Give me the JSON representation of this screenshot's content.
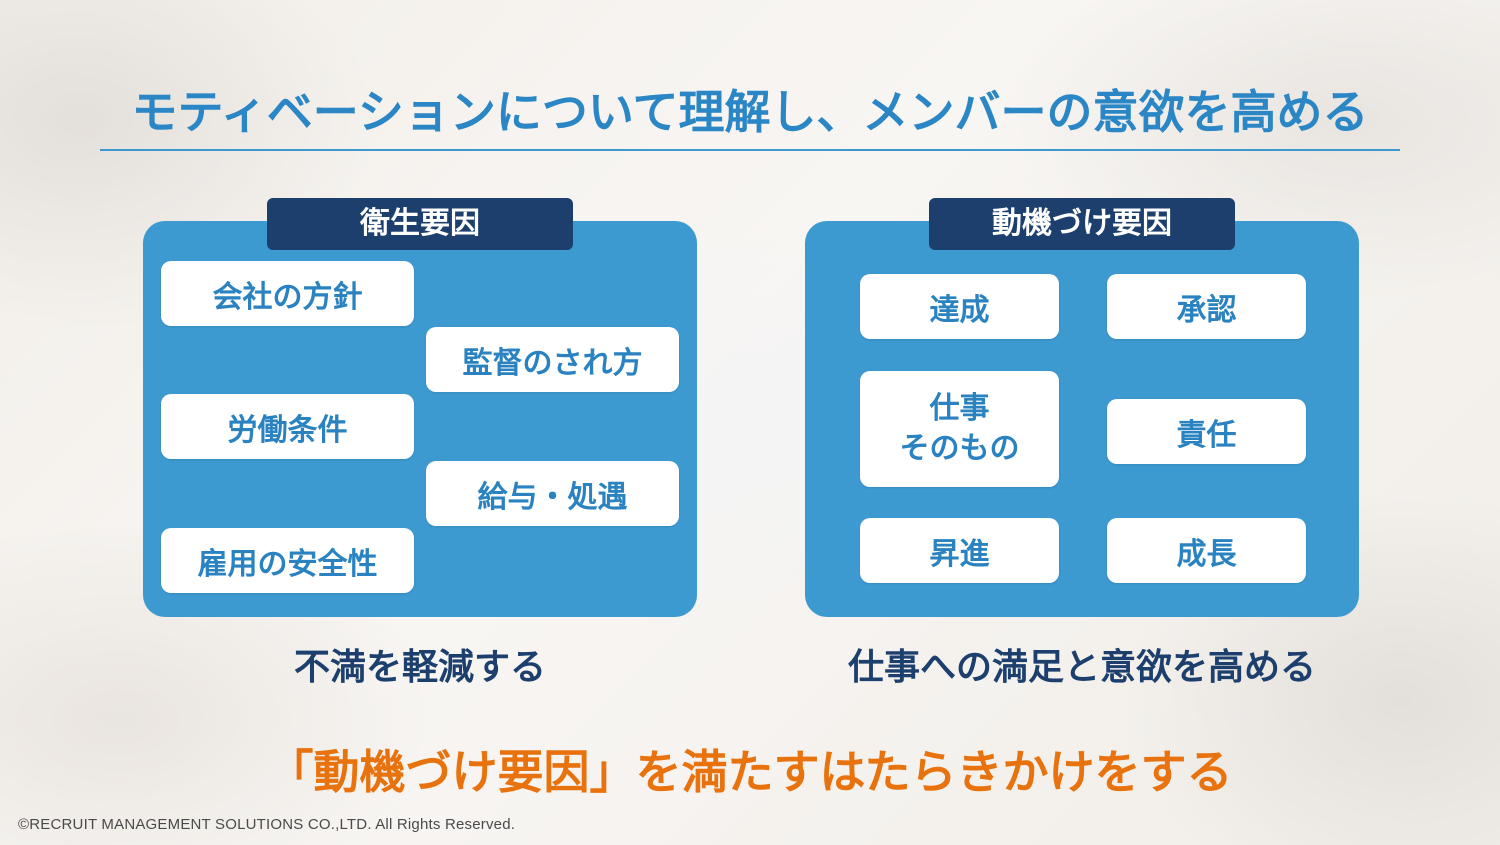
{
  "slide": {
    "title": "モティベーションについて理解し、メンバーの意欲を高める",
    "colors": {
      "title": "#2a86c4",
      "panel": "#3d9ad0",
      "tab": "#1c3f6e",
      "caption": "#1c3f6e",
      "highlight": "#e8730e"
    }
  },
  "hygiene": {
    "header": "衛生要因",
    "items": [
      "会社の方針",
      "監督のされ方",
      "労働条件",
      "給与・処遇",
      "雇用の安全性"
    ],
    "caption": "不満を軽減する"
  },
  "motivators": {
    "header": "動機づけ要因",
    "items": [
      "達成",
      "承認",
      "仕事",
      "そのもの",
      "責任",
      "昇進",
      "成長"
    ],
    "caption": "仕事への満足と意欲を高める"
  },
  "highlight": "「動機づけ要因」を満たすはたらきかけをする",
  "footer": "©RECRUIT MANAGEMENT SOLUTIONS CO.,LTD. All Rights Reserved."
}
